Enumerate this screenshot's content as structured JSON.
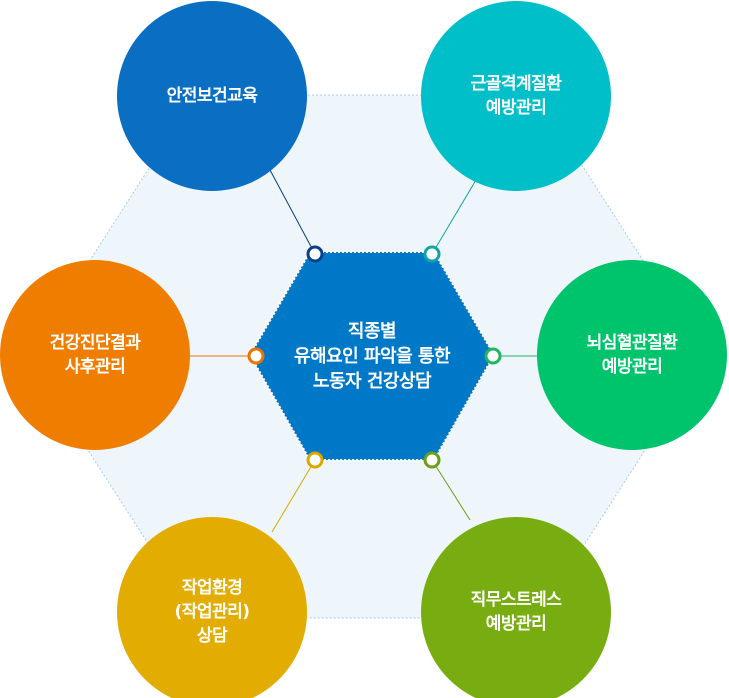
{
  "center": {
    "lines": [
      "직종별",
      "유해요인 파악을 통한",
      "노동자 건강상담"
    ],
    "color": "#0078c8"
  },
  "nodes": [
    {
      "id": "safety-health-education",
      "lines": [
        "안전보건교육"
      ],
      "color": "#0a6fc2",
      "ring": "#0a3f8c"
    },
    {
      "id": "musculoskeletal-prevention",
      "lines": [
        "근골격계질환",
        "예방관리"
      ],
      "color": "#00bfc9",
      "ring": "#12a5a5"
    },
    {
      "id": "cardiovascular-prevention",
      "lines": [
        "뇌심혈관질환",
        "예방관리"
      ],
      "color": "#00c46c",
      "ring": "#1fb563"
    },
    {
      "id": "job-stress-prevention",
      "lines": [
        "직무스트레스",
        "예방관리"
      ],
      "color": "#78ad12",
      "ring": "#6c9d18"
    },
    {
      "id": "work-environment-consult",
      "lines": [
        "작업환경",
        "(작업관리)",
        "상담"
      ],
      "color": "#e2ac00",
      "ring": "#d9a700"
    },
    {
      "id": "health-checkup-followup",
      "lines": [
        "건강진단결과",
        "사후관리"
      ],
      "color": "#ef7d00",
      "ring": "#e97500"
    }
  ],
  "colors": {
    "hex_fill": "#eef6fc",
    "hex_border": "#a9cde8"
  }
}
